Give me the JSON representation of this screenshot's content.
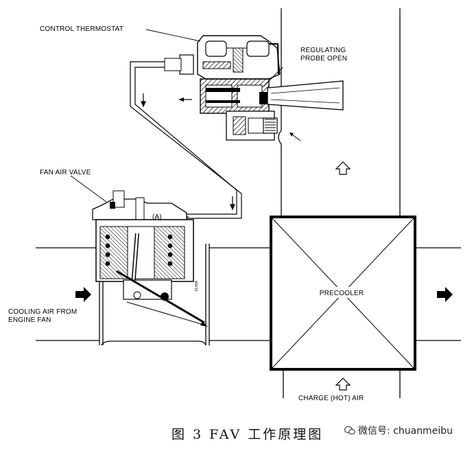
{
  "labels": {
    "control_thermostat": "CONTROL THERMOSTAT",
    "regulating_probe_line1": "REGULATING",
    "regulating_probe_line2": "PROBE OPEN",
    "fan_air_valve": "FAN AIR VALVE",
    "point_a": "(A)",
    "cooling_air_line1": "COOLING AIR FROM",
    "cooling_air_line2": "ENGINE FAN",
    "precooler": "PRECOOLER",
    "charge_air": "CHARGE (HOT) AIR"
  },
  "caption": "图 3  FAV 工作原理图",
  "watermark": {
    "text": "微信号: chuanmeibu",
    "icon": "wechat-icon"
  },
  "colors": {
    "line": "#000000",
    "background": "#ffffff"
  }
}
